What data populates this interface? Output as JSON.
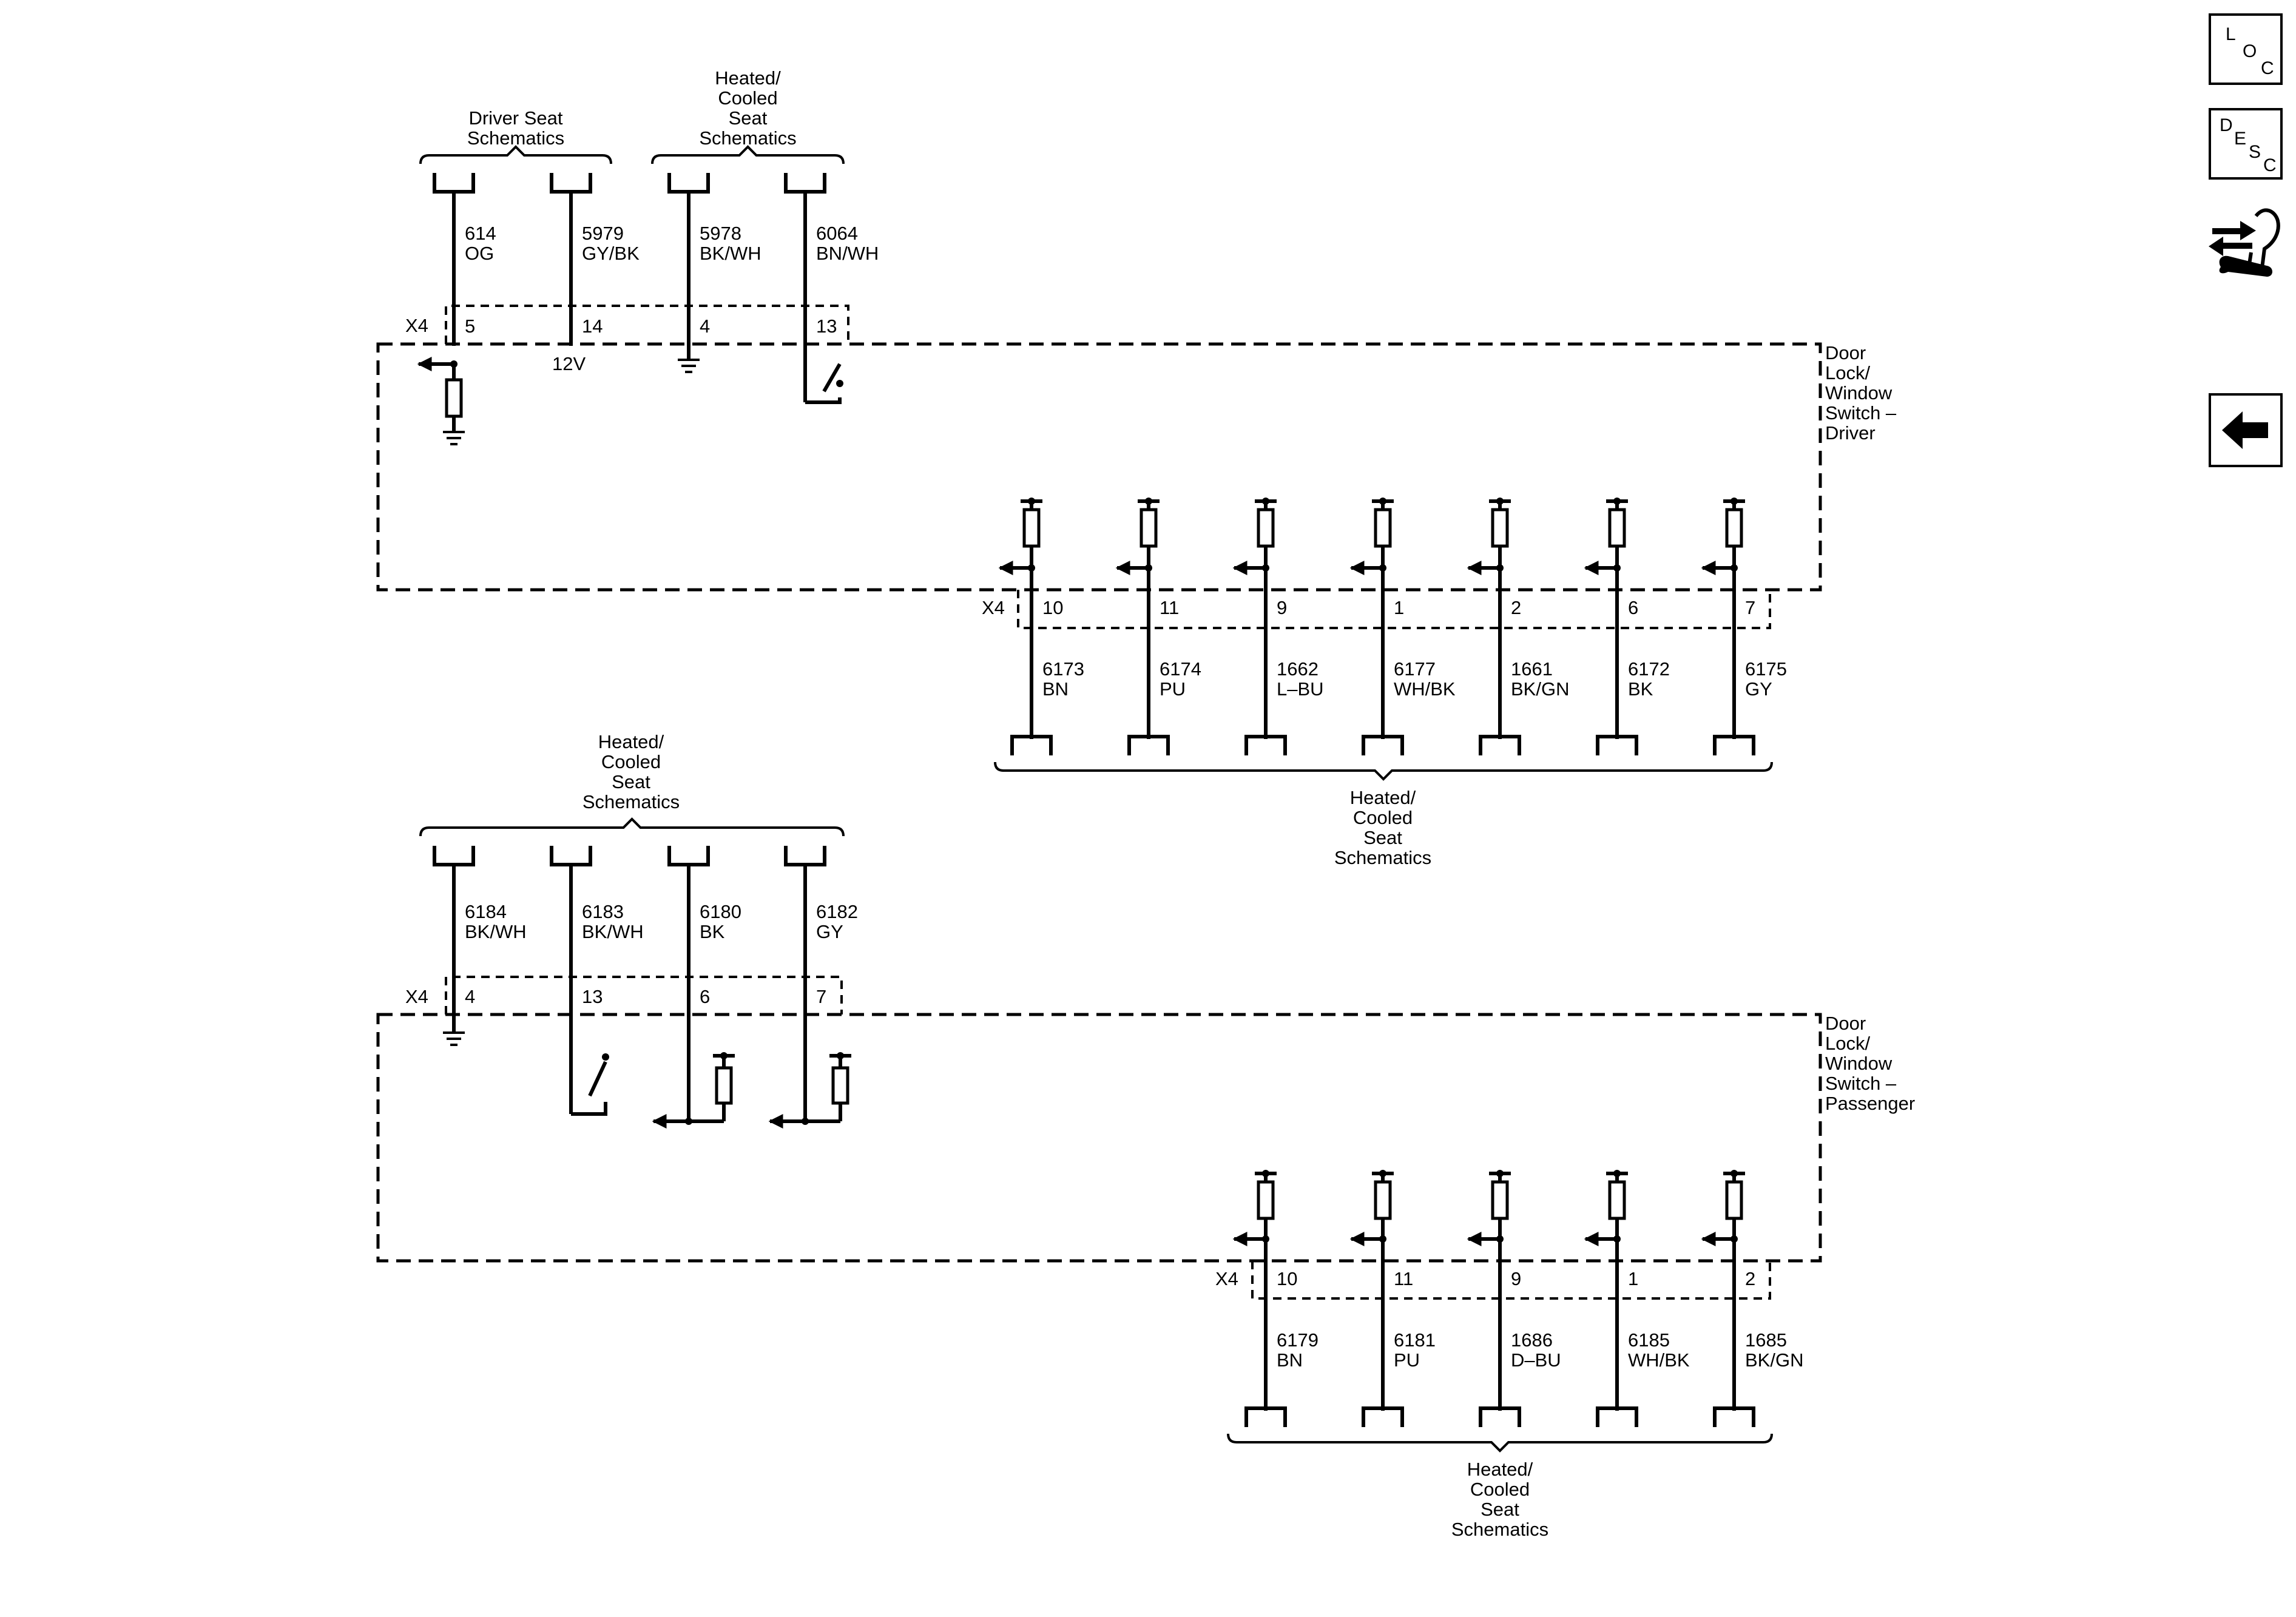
{
  "side_icons": [
    {
      "name": "loc-icon",
      "letters": [
        "L",
        "O",
        "C"
      ]
    },
    {
      "name": "desc-icon",
      "letters": [
        "D",
        "E",
        "S",
        "C"
      ]
    },
    {
      "name": "connector-repair-icon"
    },
    {
      "name": "back-arrow-icon"
    }
  ],
  "driver": {
    "component": [
      "Door",
      "Lock/",
      "Window",
      "Switch –",
      "Driver"
    ],
    "connector": "X4",
    "voltage_label": "12V",
    "top_groups": [
      {
        "lines": [
          "Driver Seat",
          "Schematics"
        ]
      },
      {
        "lines": [
          "Heated/",
          "Cooled",
          "Seat",
          "Schematics"
        ]
      }
    ],
    "top_wires": [
      {
        "circuit": "614",
        "color": "OG",
        "pin": "5"
      },
      {
        "circuit": "5979",
        "color": "GY/BK",
        "pin": "14"
      },
      {
        "circuit": "5978",
        "color": "BK/WH",
        "pin": "4"
      },
      {
        "circuit": "6064",
        "color": "BN/WH",
        "pin": "13"
      }
    ],
    "bottom_group": [
      "Heated/",
      "Cooled",
      "Seat",
      "Schematics"
    ],
    "bottom_wires": [
      {
        "circuit": "6173",
        "color": "BN",
        "pin": "10"
      },
      {
        "circuit": "6174",
        "color": "PU",
        "pin": "11"
      },
      {
        "circuit": "1662",
        "color": "L–BU",
        "pin": "9"
      },
      {
        "circuit": "6177",
        "color": "WH/BK",
        "pin": "1"
      },
      {
        "circuit": "1661",
        "color": "BK/GN",
        "pin": "2"
      },
      {
        "circuit": "6172",
        "color": "BK",
        "pin": "6"
      },
      {
        "circuit": "6175",
        "color": "GY",
        "pin": "7"
      }
    ]
  },
  "passenger": {
    "component": [
      "Door",
      "Lock/",
      "Window",
      "Switch –",
      "Passenger"
    ],
    "connector": "X4",
    "top_group": [
      "Heated/",
      "Cooled",
      "Seat",
      "Schematics"
    ],
    "top_wires": [
      {
        "circuit": "6184",
        "color": "BK/WH",
        "pin": "4"
      },
      {
        "circuit": "6183",
        "color": "BK/WH",
        "pin": "13"
      },
      {
        "circuit": "6180",
        "color": "BK",
        "pin": "6"
      },
      {
        "circuit": "6182",
        "color": "GY",
        "pin": "7"
      }
    ],
    "bottom_group": [
      "Heated/",
      "Cooled",
      "Seat",
      "Schematics"
    ],
    "bottom_wires": [
      {
        "circuit": "6179",
        "color": "BN",
        "pin": "10"
      },
      {
        "circuit": "6181",
        "color": "PU",
        "pin": "11"
      },
      {
        "circuit": "1686",
        "color": "D–BU",
        "pin": "9"
      },
      {
        "circuit": "6185",
        "color": "WH/BK",
        "pin": "1"
      },
      {
        "circuit": "1685",
        "color": "BK/GN",
        "pin": "2"
      }
    ]
  }
}
